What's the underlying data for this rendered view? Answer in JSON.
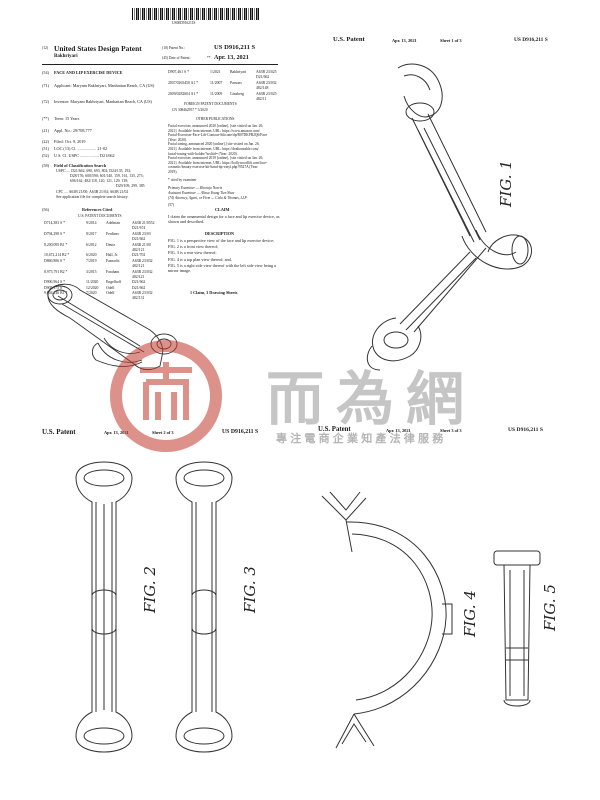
{
  "barcode_number": "US00D916211S",
  "q1": {
    "title_line": "United States Design Patent",
    "title_tag": "(12)",
    "patent_no_tag": "(10) Patent No.:",
    "patent_no": "US D916,211 S",
    "inventor_surname": "Bakhriyari",
    "date_tag": "(45) Date of Patent:",
    "date_star": "**",
    "date": "Apr. 13, 2021",
    "fields": [
      {
        "code": "(54)",
        "text": "FACE AND LIP EXERCISE DEVICE"
      },
      {
        "code": "(71)",
        "text": "Applicant: Maryam Bakhriyari, Manhattan Beach, CA (US)"
      },
      {
        "code": "(72)",
        "text": "Inventor: Maryam Bakhriyari, Manhattan Beach, CA (US)"
      },
      {
        "code": "(**)",
        "text": "Term: 15 Years"
      },
      {
        "code": "(21)",
        "text": "Appl. No.: 29/708,777"
      },
      {
        "code": "(22)",
        "text": "Filed: Oct. 9, 2019"
      },
      {
        "code": "(51)",
        "text": "LOC (13) Cl. .................. 21-02"
      },
      {
        "code": "(52)",
        "text": "U.S. Cl. USPC .................. D21/662"
      },
      {
        "code": "(58)",
        "text": "Field of Classification Search"
      }
    ],
    "field_search_lines": [
      "USPC .... D21/662, 690, 693, 802; D24/135, 192;",
      "D28/176; 600/590; 601/140, 159, 161, 135, 273;",
      "606/162; 482/118, 120, 121, 129, 139;",
      "D29/109; 299, 385",
      "CPC .... A63B 21/00; A63B 21/04; A63B 21/02",
      "See application file for complete search history."
    ],
    "refs_code": "(56)",
    "refs_title": "References Cited",
    "refs_subtitle": "U.S. PATENT DOCUMENTS",
    "us_refs": [
      {
        "no": "D714,383 S *",
        "date": "9/2014",
        "name": "Adelman",
        "cls": "A63B 21/0552"
      },
      {
        "no": "",
        "date": "",
        "name": "",
        "cls": "D21/674"
      },
      {
        "no": "D794,298 S *",
        "date": "8/2017",
        "name": "Ferdinec",
        "cls": "A63B 23/03"
      },
      {
        "no": "",
        "date": "",
        "name": "",
        "cls": "D21/662"
      },
      {
        "no": "8,200,095 B1 *",
        "date": "6/2012",
        "name": "Deutz",
        "cls": "A63B 21/00"
      },
      {
        "no": "",
        "date": "",
        "name": "",
        "cls": "482/121"
      },
      {
        "no": "10,672,214 B2 *",
        "date": "6/2020",
        "name": "Hall, Jr.",
        "cls": "D21/702"
      },
      {
        "no": "D860,806 S *",
        "date": "7/2019",
        "name": "Fasnacht",
        "cls": "A63B 23/032"
      },
      {
        "no": "",
        "date": "",
        "name": "",
        "cls": "482/121"
      },
      {
        "no": "8,975,791 B2 *",
        "date": "3/2015",
        "name": "Farahani",
        "cls": "A63B 23/032"
      },
      {
        "no": "",
        "date": "",
        "name": "",
        "cls": "482/121"
      },
      {
        "no": "D900,964 S *",
        "date": "11/2020",
        "name": "Engelhoff",
        "cls": "D21/662"
      },
      {
        "no": "D905,175 S *",
        "date": "12/2020",
        "name": "Odell",
        "cls": "D21/662"
      },
      {
        "no": "9,004,146 B1 *",
        "date": "7/2020",
        "name": "Odell",
        "cls": "A63B 23/032"
      },
      {
        "no": "",
        "date": "",
        "name": "",
        "cls": "482/131"
      }
    ],
    "right_refs": [
      {
        "no": "D907,461 S *",
        "date": "1/2021",
        "name": "Bakhriyari",
        "cls": "A63B 23/025"
      },
      {
        "no": "",
        "date": "",
        "name": "",
        "cls": "D21/662"
      },
      {
        "no": "2007/0265450 A1 *",
        "date": "11/2007",
        "name": "Parsons",
        "cls": "A63B 23/032"
      },
      {
        "no": "",
        "date": "",
        "name": "",
        "cls": "482/148"
      },
      {
        "no": "2009/0282604 A1 *",
        "date": "11/2009",
        "name": "Ginsberg",
        "cls": "A63B 23/025"
      },
      {
        "no": "",
        "date": "",
        "name": "",
        "cls": "482/11"
      }
    ],
    "foreign_title": "FOREIGN PATENT DOCUMENTS",
    "foreign_ref": "CN    308462957    *    3/2020",
    "other_title": "OTHER PUBLICATIONS",
    "other_text": [
      "Facial exerciser, announced 2020 [online], [site visited on Jan. 26,",
      "2021]. Available from internet, URL: https://www.amazon.com/",
      "Facial-Exerciser-Face-Lift-Contour-Silicone/dp/B07DKPB2Q6/Face",
      "(Year: 2020).",
      "Facial toning, announced 2020 [online], [site visited on Jan. 26,",
      "2021]. Available from internet, URL: https://dealtoneable.com/",
      "facial-toning-with-holder/?srsltid= (Year: 2020).",
      "Facial exerciser, announced 2019 [online], [site visited on Jan. 26,",
      "2021]. Available from internet, URL: https://hollywoodlift.com/face-",
      "cosmetic/beauty-exercise-kit-hand-tip-vinyl.php?9527A (Year:",
      "2019)."
    ],
    "cited": "* cited by examiner",
    "examiner_primary": "Primary Examiner — Khoraja Norris",
    "examiner_assistant": "Assistant Examiner — Alissa Young Tien Shea",
    "attorney": "(74) Attorney, Agent, or Firm — Cislo & Thomas, LLP",
    "claim_code": "(57)",
    "claim_title": "CLAIM",
    "claim_text": "I claim the ornamental design for a face and lip exercise device, as shown and described.",
    "desc_title": "DESCRIPTION",
    "desc_lines": [
      "FIG. 1 is a perspective view of the face and lip exercise device;",
      "FIG. 2 is a front view thereof;",
      "FIG. 3 is a rear view thereof;",
      "FIG. 4 is a top plan view thereof; and,",
      "FIG. 5 is a right side view thereof with the left side view being a mirror image."
    ],
    "claim_count": "1 Claim, 3 Drawing Sheets"
  },
  "q2": {
    "header_left": "U.S. Patent",
    "header_date": "Apr. 13, 2021",
    "header_sheet": "Sheet 1 of 3",
    "header_no": "US D916,211 S",
    "fig_label": "FIG. 1"
  },
  "q3": {
    "header_left": "U.S. Patent",
    "header_date": "Apr. 13, 2021",
    "header_sheet": "Sheet 2 of 3",
    "header_no": "US D916,211 S",
    "fig2_label": "FIG. 2",
    "fig3_label": "FIG. 3"
  },
  "q4": {
    "header_left": "U.S. Patent",
    "header_date": "Apr. 13, 2021",
    "header_sheet": "Sheet 3 of 3",
    "header_no": "US D916,211 S",
    "fig4_label": "FIG. 4",
    "fig5_label": "FIG. 5"
  },
  "watermark": {
    "chars": "而為網",
    "subtitle": "專注電商企業知產法律服務",
    "color": "#c0392b"
  }
}
